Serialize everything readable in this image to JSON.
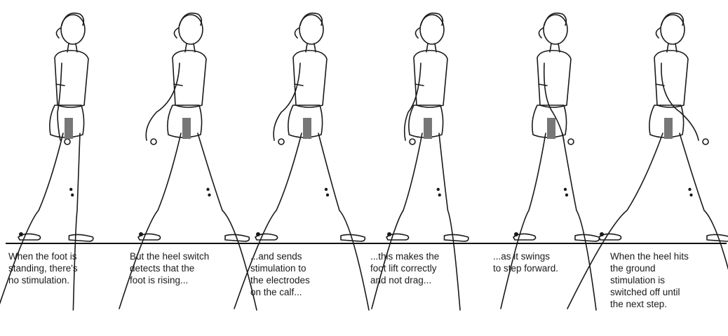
{
  "colors": {
    "ink": "#1a1a1a",
    "electrode": "#777777",
    "ground_line": "#111111"
  },
  "frames": [
    {
      "caption": "When the foot is\nstanding, there's\nno stimulation."
    },
    {
      "caption": "But the heel switch\ndetects that the\nfoot is rising..."
    },
    {
      "caption": "...and sends\nstimulation to\nthe electrodes\non the calf..."
    },
    {
      "caption": "...this makes the\nfoot lift correctly\nand not drag..."
    },
    {
      "caption": "...as it swings\nto step forward."
    },
    {
      "caption": "When the heel hits\nthe ground\nstimulation is\nswitched off until\nthe next step."
    }
  ]
}
